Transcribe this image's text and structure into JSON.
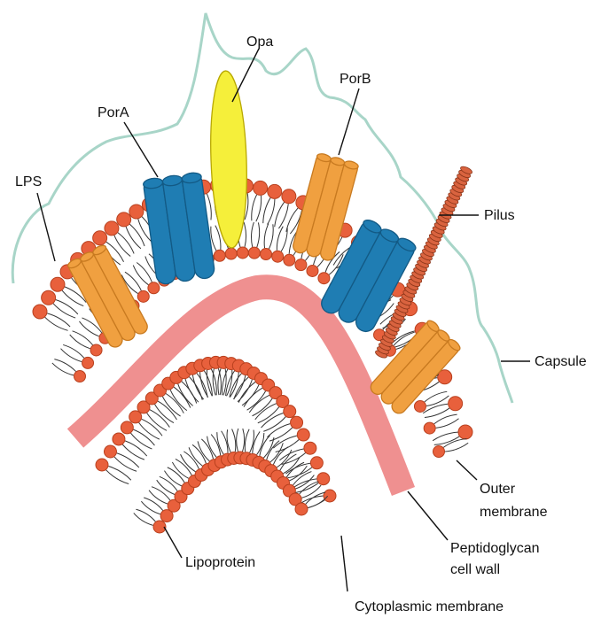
{
  "labels": {
    "opa": "Opa",
    "pora": "PorA",
    "porb": "PorB",
    "lps": "LPS",
    "pilus": "Pilus",
    "capsule": "Capsule",
    "outer_membrane_line1": "Outer",
    "outer_membrane_line2": "membrane",
    "peptidoglycan_line1": "Peptidoglycan",
    "peptidoglycan_line2": "cell wall",
    "lipoprotein": "Lipoprotein",
    "cytoplasmic_membrane": "Cytoplasmic membrane"
  },
  "colors": {
    "capsule": "#a8d5c8",
    "lipid_head": "#e8603c",
    "lipid_head_outline": "#b8401e",
    "lipid_tail": "#333333",
    "porA": "#1f7db3",
    "porA_dark": "#135a85",
    "porB": "#f0a040",
    "porB_dark": "#c87a20",
    "opa": "#f5ef3a",
    "peptidoglycan": "#ef9090",
    "pilus": "#d9633f"
  }
}
